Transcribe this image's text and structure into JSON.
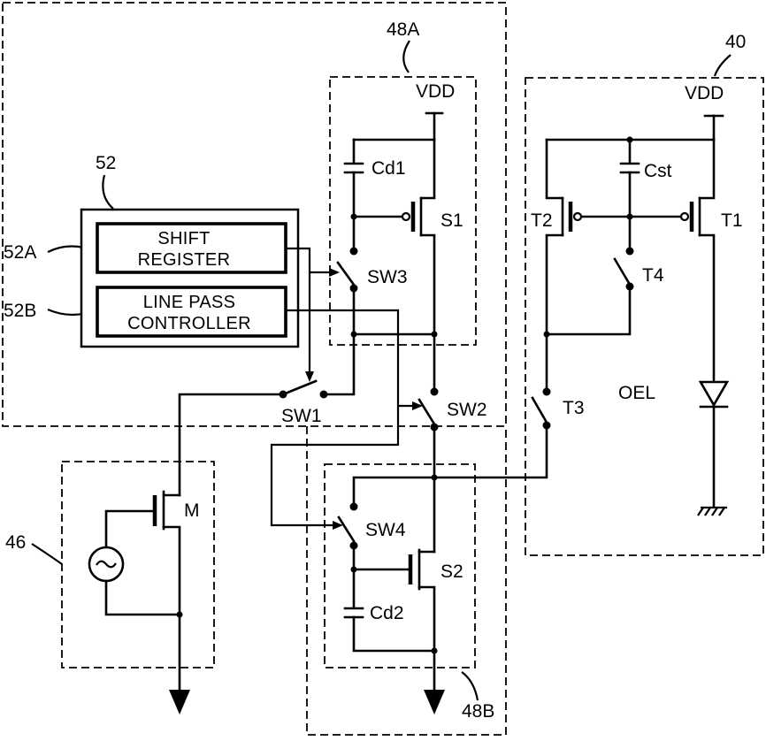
{
  "labels": {
    "ref_48a": "48A",
    "ref_40": "40",
    "ref_52": "52",
    "ref_52a": "52A",
    "ref_52b": "52B",
    "ref_46": "46",
    "ref_48b": "48B",
    "vdd_left": "VDD",
    "vdd_right": "VDD",
    "cd1": "Cd1",
    "s1": "S1",
    "sw3": "SW3",
    "sw1": "SW1",
    "sw2": "SW2",
    "sw4": "SW4",
    "s2": "S2",
    "cd2": "Cd2",
    "m": "M",
    "cst": "Cst",
    "t1": "T1",
    "t2": "T2",
    "t3": "T3",
    "t4": "T4",
    "oel": "OEL"
  },
  "blocks": {
    "shift_register_line1": "SHIFT",
    "shift_register_line2": "REGISTER",
    "line_pass_line1": "LINE PASS",
    "line_pass_line2": "CONTROLLER"
  }
}
